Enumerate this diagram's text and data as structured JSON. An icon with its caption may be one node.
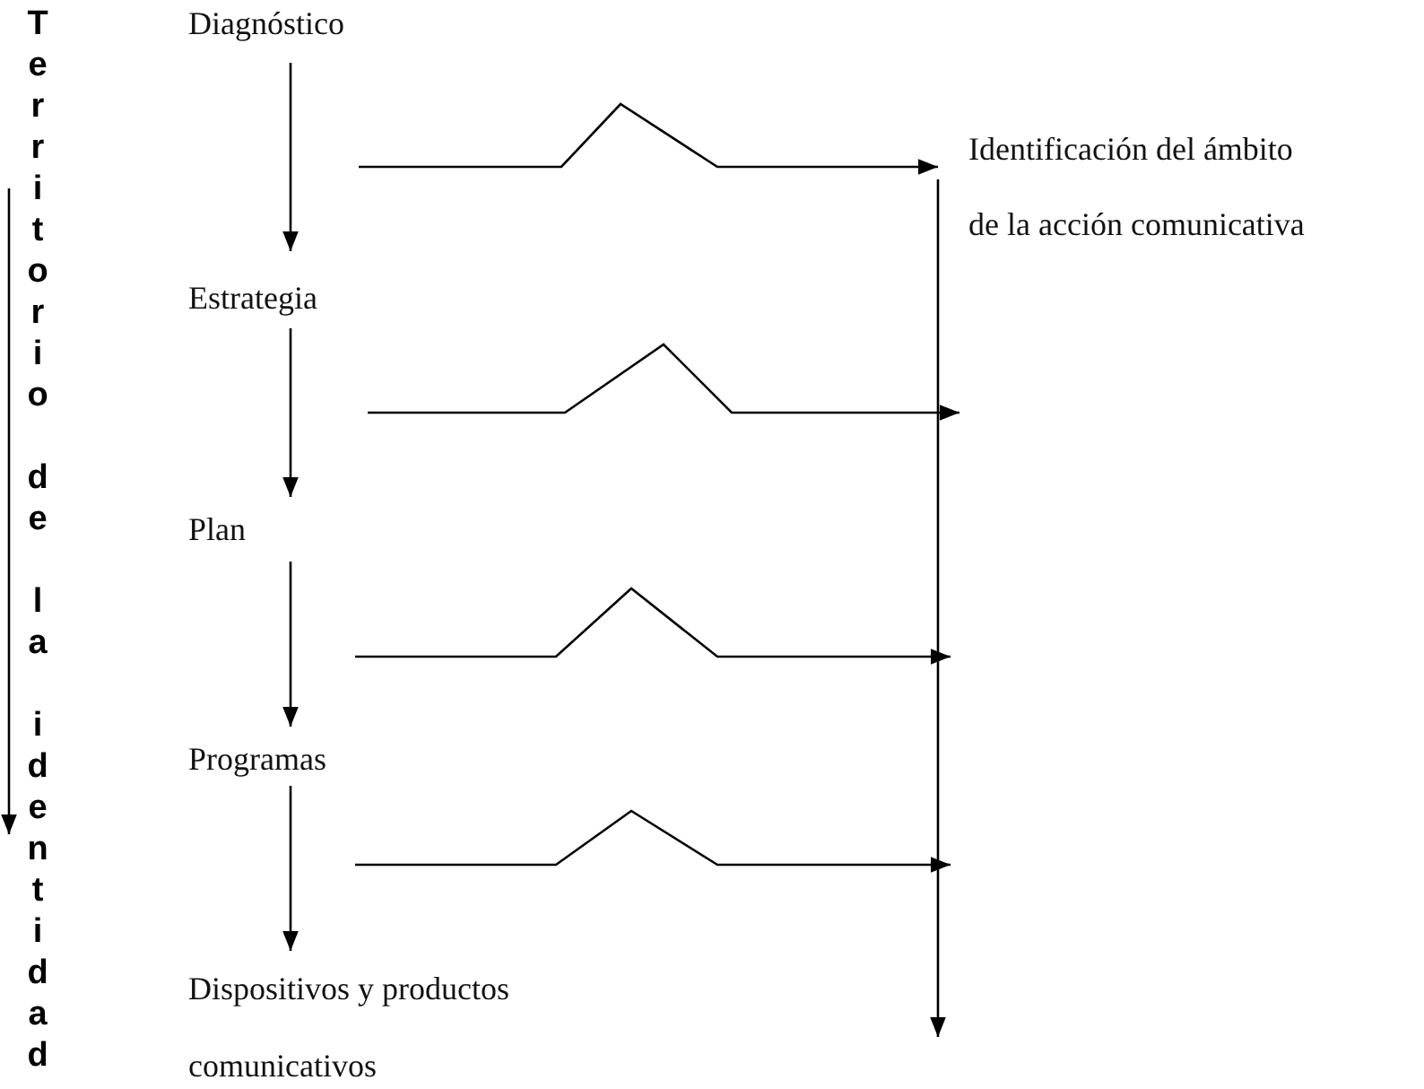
{
  "diagram": {
    "nodes": [
      {
        "text": [
          "Diagnóstico"
        ]
      },
      {
        "text": [
          "Estrategia"
        ]
      },
      {
        "text": [
          "Plan"
        ]
      },
      {
        "text": [
          "Programas"
        ]
      },
      {
        "text": [
          "Dispositivos y productos comunicativos"
        ]
      },
      {
        "text": [
          "Identificación del ámbito de la acción comunicativa"
        ]
      }
    ],
    "edges": [
      {
        "from": 0,
        "to": 1,
        "arrow": "to"
      },
      {
        "from": 1,
        "to": 2,
        "arrow": "to"
      },
      {
        "from": 2,
        "to": 3,
        "arrow": "to"
      },
      {
        "from": 3,
        "to": 4,
        "arrow": "to"
      },
      {
        "from": null,
        "to": 5,
        "arrow": "to"
      },
      {
        "from": 5,
        "to": null,
        "arrow": "to"
      }
    ],
    "labels": [
      "Territorio de la identidad"
    ]
  }
}
